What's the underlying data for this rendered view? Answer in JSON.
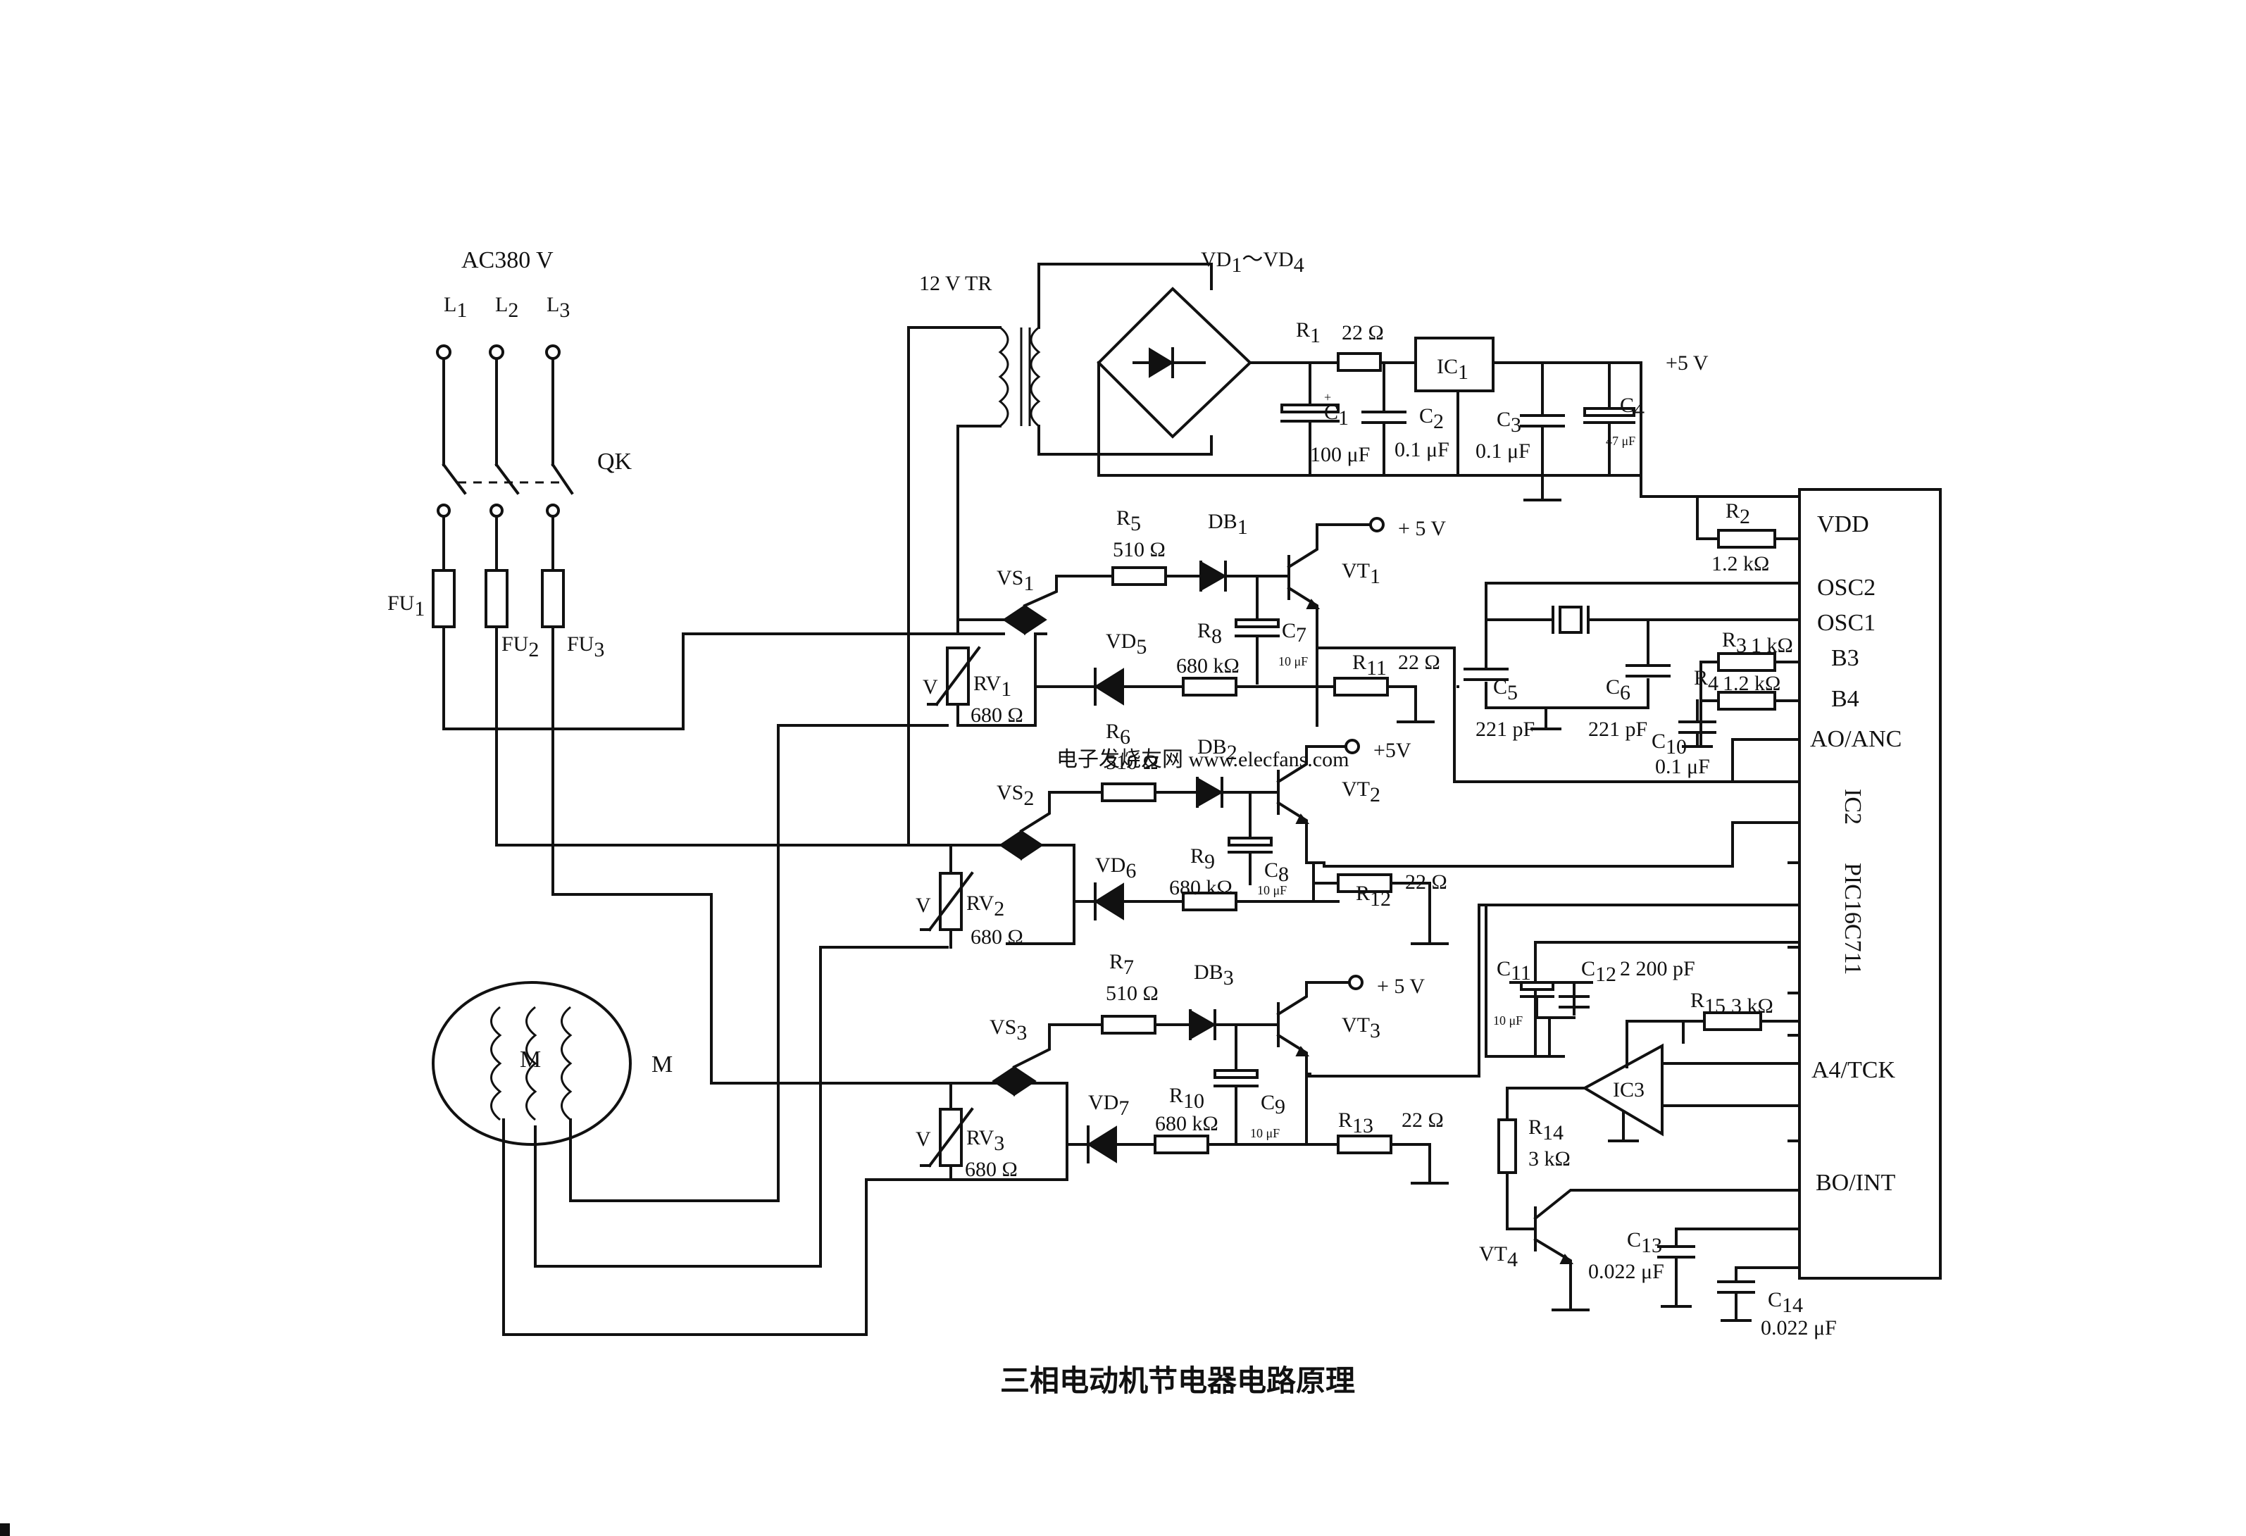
{
  "caption": "三相电动机节电器电路原理",
  "supply": {
    "ac": "AC380 V",
    "l1": "L",
    "l1s": "1",
    "l2": "L",
    "l2s": "2",
    "l3": "L",
    "l3s": "3",
    "qk": "QK"
  },
  "fuses": {
    "fu1": "FU",
    "fu1s": "1",
    "fu2": "FU",
    "fu2s": "2",
    "fu3": "FU",
    "fu3s": "3"
  },
  "motor": {
    "inner": "M",
    "outer": "M"
  },
  "transformer": {
    "label": "12 V  TR"
  },
  "bridge": {
    "label": "VD",
    "s1": "1",
    "tilde": "～VD",
    "s4": "4"
  },
  "power": {
    "r1": "R",
    "r1s": "1",
    "r1v": "22 Ω",
    "ic1": "IC",
    "ic1s": "1",
    "c1": "C",
    "c1s": "1",
    "c1v": "100 μF",
    "c2": "C",
    "c2s": "2",
    "c2v": "0.1 μF",
    "c3": "C",
    "c3s": "3",
    "c3v": "0.1 μF",
    "c4": "C",
    "c4s": "4",
    "c4v": "47 μF",
    "vcc": "+5 V"
  },
  "channels": [
    {
      "vs": "VS",
      "vss": "1",
      "rv": "RV",
      "rvs": "1",
      "rvv": "680 Ω",
      "v": "V",
      "rs": "R",
      "rss": "5",
      "rsv": "510 Ω",
      "db": "DB",
      "dbs": "1",
      "vd": "VD",
      "vds": "5",
      "rb": "R",
      "rbs": "8",
      "rbv": "680 kΩ",
      "c": "C",
      "cs": "7",
      "cv": "10 μF",
      "vt": "VT",
      "vts": "1",
      "re": "R",
      "res": "11",
      "rev": "22 Ω",
      "vcc": "+ 5 V"
    },
    {
      "vs": "VS",
      "vss": "2",
      "rv": "RV",
      "rvs": "2",
      "rvv": "680 Ω",
      "v": "V",
      "rs": "R",
      "rss": "6",
      "rsv": "510 Ω",
      "db": "DB",
      "dbs": "2",
      "vd": "VD",
      "vds": "6",
      "rb": "R",
      "rbs": "9",
      "rbv": "680 kΩ",
      "c": "C",
      "cs": "8",
      "cv": "10 μF",
      "vt": "VT",
      "vts": "2",
      "re": "R",
      "res": "12",
      "rev": "22 Ω",
      "vcc": "+5V"
    },
    {
      "vs": "VS",
      "vss": "3",
      "rv": "RV",
      "rvs": "3",
      "rvv": "680 Ω",
      "v": "V",
      "rs": "R",
      "rss": "7",
      "rsv": "510 Ω",
      "db": "DB",
      "dbs": "3",
      "vd": "VD",
      "vds": "7",
      "rb": "R",
      "rbs": "10",
      "rbv": "680 kΩ",
      "c": "C",
      "cs": "9",
      "cv": "10 μF",
      "vt": "VT",
      "vts": "3",
      "re": "R",
      "res": "13",
      "rev": "22 Ω",
      "vcc": "+ 5 V"
    }
  ],
  "mcu": {
    "ic2": "IC2",
    "part": "PIC16C711",
    "vdd": "VDD",
    "osc2": "OSC2",
    "osc1": "OSC1",
    "b3": "B3",
    "b4": "B4",
    "ao": "AO/ANC",
    "a4": "A4/TCK",
    "bo": "BO/INT"
  },
  "periph": {
    "r2": "R",
    "r2s": "2",
    "r2v": "1.2 kΩ",
    "r3": "R",
    "r3s": "3",
    "r3v": "1 kΩ",
    "r4": "R",
    "r4s": "4",
    "r4v": "1.2 kΩ",
    "c5": "C",
    "c5s": "5",
    "c5v": "221 pF",
    "c6": "C",
    "c6s": "6",
    "c6v": "221 pF",
    "c10": "C",
    "c10s": "10",
    "c10v": "0.1 μF",
    "c11": "C",
    "c11s": "11",
    "c11v": "10 μF",
    "c12": "C",
    "c12s": "12",
    "c12v": "2 200 pF",
    "r15": "R",
    "r15s": "15",
    "r15v": "3 kΩ",
    "ic3": "IC3",
    "r14": "R",
    "r14s": "14",
    "r14v": "3 kΩ",
    "vt4": "VT",
    "vt4s": "4",
    "c13": "C",
    "c13s": "13",
    "c13v": "0.022 μF",
    "c14": "C",
    "c14s": "14",
    "c14v": "0.022 μF"
  },
  "watermark": "电子发烧友网 www.elecfans.com"
}
